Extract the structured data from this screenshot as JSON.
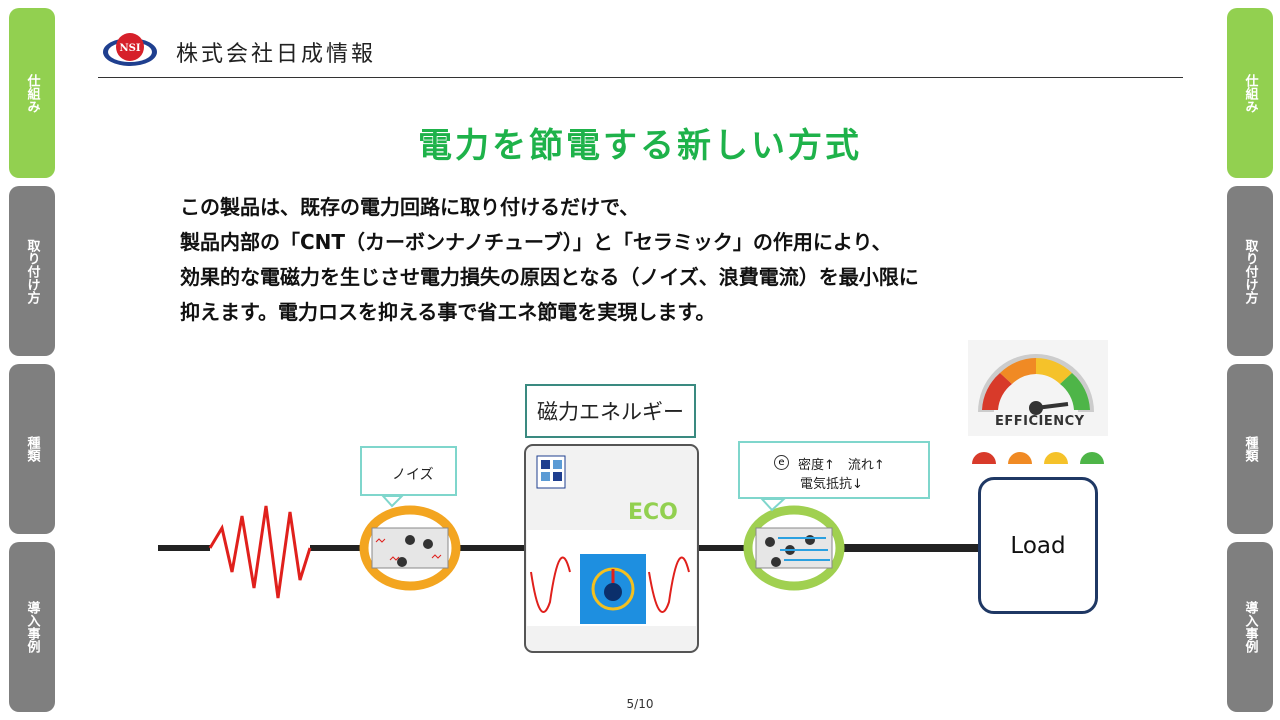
{
  "nav": {
    "left": [
      {
        "label": "仕組み",
        "active": true
      },
      {
        "label": "取り付け方",
        "active": false
      },
      {
        "label": "種類",
        "active": false
      },
      {
        "label": "導入事例",
        "active": false
      }
    ],
    "right": [
      {
        "label": "仕組み",
        "active": true
      },
      {
        "label": "取り付け方",
        "active": false
      },
      {
        "label": "種類",
        "active": false
      },
      {
        "label": "導入事例",
        "active": false
      }
    ]
  },
  "header": {
    "company_name": "株式会社日成情報",
    "logo_text": "NSI"
  },
  "slide": {
    "title": "電力を節電する新しい方式",
    "description": [
      "この製品は、既存の電力回路に取り付けるだけで、",
      "製品内部の「CNT（カーボンナノチューブ）」と「セラミック」の作用により、",
      "効果的な電磁力を生じさせ電力損失の原因となる（ノイズ、浪費電流）を最小限に",
      "抑えます。電力ロスを抑える事で省エネ節電を実現します。"
    ]
  },
  "diagram": {
    "noise_label": "ノイズ",
    "energy_label": "磁力エネルギー",
    "density_e": "e",
    "density_line1": "密度↑　流れ↑",
    "density_line2": "電気抵抗↓",
    "eco_label": "ECO",
    "load_label": "Load",
    "efficiency_label": "EFFICIENCY"
  },
  "colors": {
    "accent_green": "#1eb24a",
    "tab_active": "#92d050",
    "tab_inactive": "#7f7f7f"
  },
  "footer": {
    "page_number": "5/10"
  }
}
